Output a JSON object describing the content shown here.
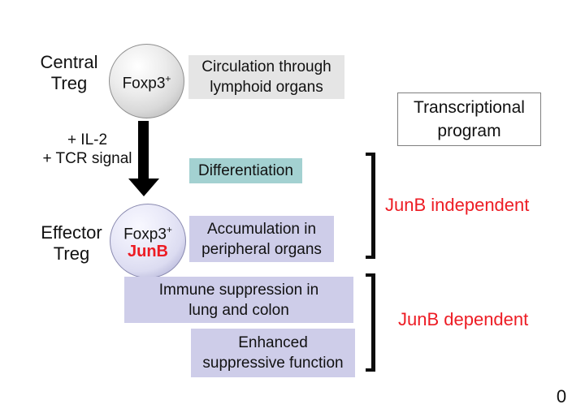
{
  "colors": {
    "red_text": "#ed1c24",
    "teal_box": "#a3d1d1",
    "lavender_box": "#cecde9",
    "gray_box": "#e5e5e5",
    "arrow": "#000000"
  },
  "central_treg": {
    "label_line1": "Central",
    "label_line2": "Treg",
    "marker": "Foxp3",
    "marker_sup": "+"
  },
  "signals": {
    "line1": "+ IL-2",
    "line2": "+ TCR signal"
  },
  "effector_treg": {
    "label_line1": "Effector",
    "label_line2": "Treg",
    "marker": "Foxp3",
    "marker_sup": "+",
    "marker2": "JunB"
  },
  "boxes": {
    "circulation": {
      "line1": "Circulation through",
      "line2": "lymphoid organs"
    },
    "differentiation": {
      "label": "Differentiation"
    },
    "accumulation": {
      "line1": "Accumulation in",
      "line2": "peripheral organs"
    },
    "immune_suppression": {
      "line1": "Immune suppression in",
      "line2": "lung and colon"
    },
    "enhanced_function": {
      "line1": "Enhanced",
      "line2": "suppressive function"
    }
  },
  "legend": {
    "title_line1": "Transcriptional",
    "title_line2": "program",
    "junb_independent": "JunB independent",
    "junb_dependent": "JunB dependent"
  },
  "page": {
    "slide_number": "0"
  }
}
